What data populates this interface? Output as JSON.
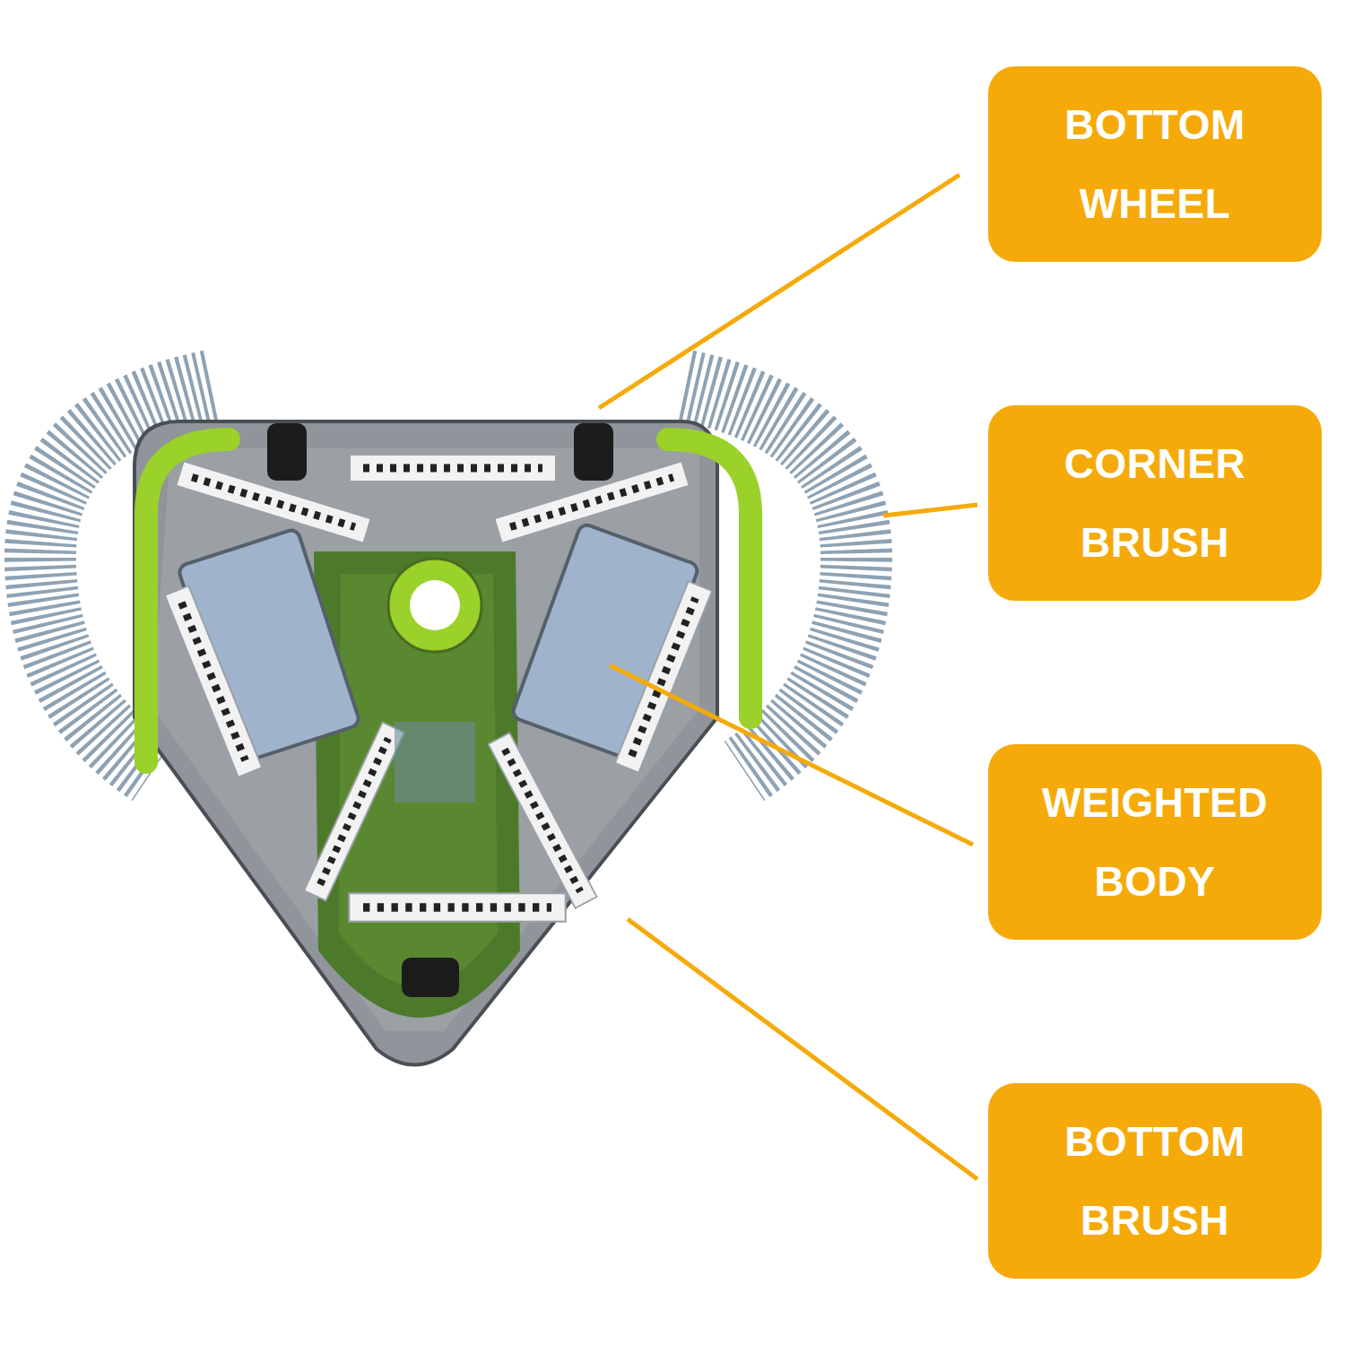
{
  "diagram": {
    "nodes": [
      {
        "text": [
          "BOTTOM WHEEL"
        ]
      },
      {
        "text": [
          "CORNER BRUSH"
        ]
      },
      {
        "text": [
          "WEIGHTED BODY"
        ]
      },
      {
        "text": [
          "BOTTOM BRUSH"
        ]
      }
    ]
  }
}
